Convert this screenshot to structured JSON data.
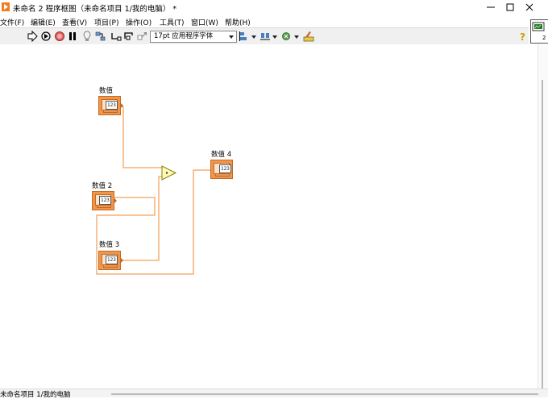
{
  "window": {
    "title": "未命名 2 程序框图（未命名项目 1/我的电脑） *"
  },
  "menu": [
    "文件(F)",
    "编辑(E)",
    "查看(V)",
    "项目(P)",
    "操作(O)",
    "工具(T)",
    "窗口(W)",
    "帮助(H)"
  ],
  "toolbar": {
    "font_value": "17pt 应用程序字体",
    "icons": [
      "run-arrow-icon",
      "run-continuous-icon",
      "abort-icon",
      "pause-icon",
      "highlight-bulb-icon",
      "retain-wire-icon",
      "step-into-icon",
      "step-over-icon",
      "step-out-icon",
      "align-icon",
      "distribute-icon",
      "reorder-icon",
      "cleanup-icon",
      "help-icon"
    ]
  },
  "diagram": {
    "nodes": [
      {
        "label": "数值",
        "badge": "123",
        "kind": "control"
      },
      {
        "label": "数值 2",
        "badge": "123",
        "kind": "control"
      },
      {
        "label": "数值 3",
        "badge": "123",
        "kind": "control"
      },
      {
        "label": "数值 4",
        "badge": "123",
        "kind": "indicator"
      }
    ],
    "function": "compare-icon"
  },
  "status": {
    "text": "未命名项目 1/我的电脑"
  },
  "colors": {
    "wire": "#f08a2c",
    "terminal_fill": "#f1954a",
    "terminal_border": "#c26a24",
    "compare_fill": "#fffbb4"
  }
}
